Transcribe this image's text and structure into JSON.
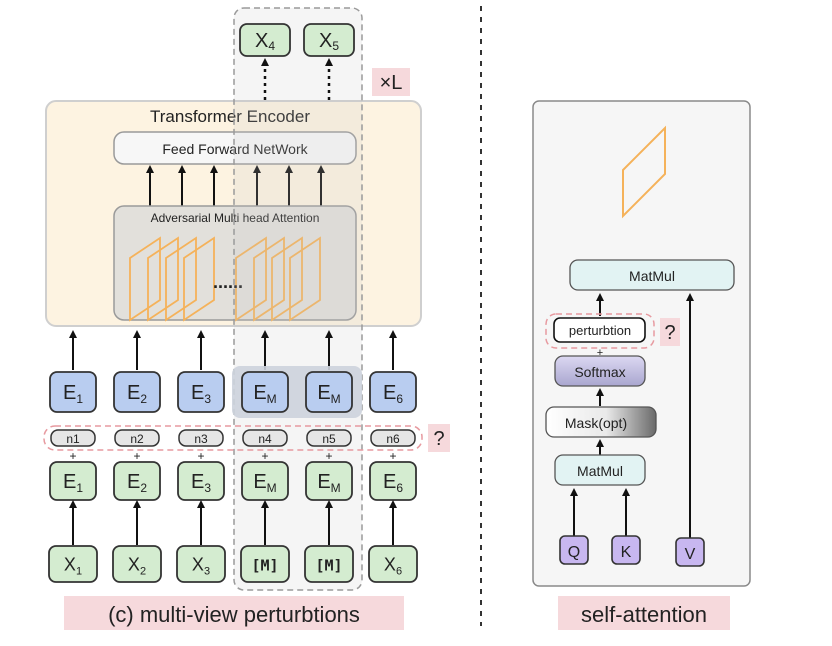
{
  "left_panel": {
    "caption": "(c) multi-view perturbtions",
    "encoder": {
      "title": "Transformer Encoder",
      "ffn_label": "Feed Forward NetWork",
      "attention_label": "Adversarial Multi head Attention",
      "ellipsis": "......"
    },
    "layer_repeat": "×L",
    "question_mark": "?",
    "top_outputs": [
      {
        "base": "X",
        "sub": "4"
      },
      {
        "base": "X",
        "sub": "5"
      }
    ],
    "embeddings_top": [
      {
        "base": "E",
        "sub": "1"
      },
      {
        "base": "E",
        "sub": "2"
      },
      {
        "base": "E",
        "sub": "3"
      },
      {
        "base": "E",
        "sub": "M"
      },
      {
        "base": "E",
        "sub": "M"
      },
      {
        "base": "E",
        "sub": "6"
      }
    ],
    "noise": [
      "n1",
      "n2",
      "n3",
      "n4",
      "n5",
      "n6"
    ],
    "plus": "+",
    "embeddings_bottom": [
      {
        "base": "E",
        "sub": "1"
      },
      {
        "base": "E",
        "sub": "2"
      },
      {
        "base": "E",
        "sub": "3"
      },
      {
        "base": "E",
        "sub": "M"
      },
      {
        "base": "E",
        "sub": "M"
      },
      {
        "base": "E",
        "sub": "6"
      }
    ],
    "inputs": [
      {
        "base": "X",
        "sub": "1"
      },
      {
        "base": "X",
        "sub": "2"
      },
      {
        "base": "X",
        "sub": "3"
      },
      {
        "base": "[M]",
        "sub": ""
      },
      {
        "base": "[M]",
        "sub": ""
      },
      {
        "base": "X",
        "sub": "6"
      }
    ]
  },
  "right_panel": {
    "caption": "self-attention",
    "matmul_top": "MatMul",
    "perturbation": "perturbtion",
    "question_mark": "?",
    "softmax": "Softmax",
    "mask": "Mask(opt)",
    "matmul_bottom": "MatMul",
    "inputs": [
      "Q",
      "K",
      "V"
    ]
  },
  "colors": {
    "encoder_bg": "#fdf3e1",
    "attention_box": "#e3e1dc",
    "orange": "#f5b25a",
    "blue_box": "#b9cdf0",
    "green_box": "#d4ecd0",
    "purple_box": "#c8b7f0",
    "light_cyan": "#e2f3f3",
    "red": "#d9213a",
    "pink_label": "#f6d9dc"
  }
}
